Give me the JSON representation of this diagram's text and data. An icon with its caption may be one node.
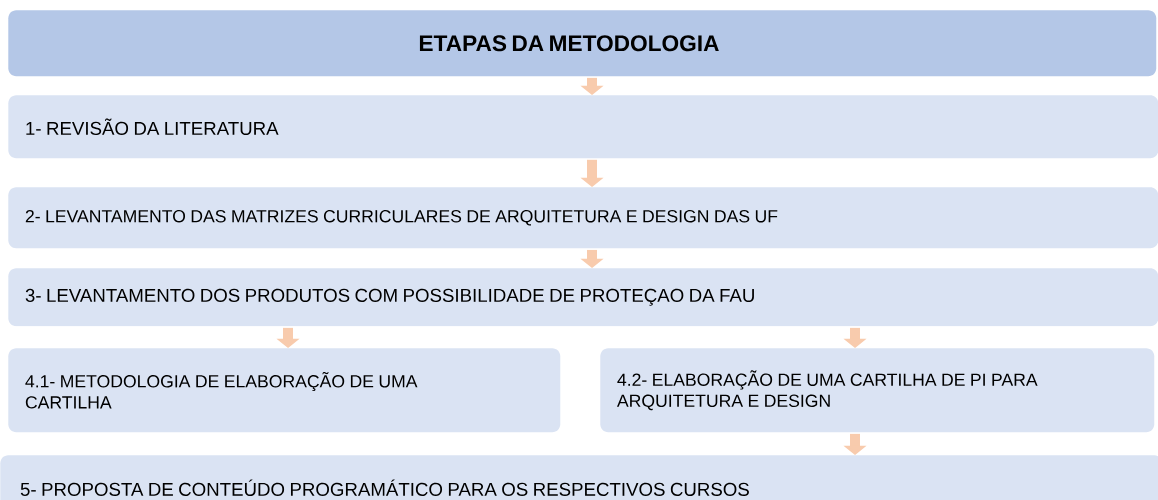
{
  "diagram": {
    "nodes": [
      {
        "text": [
          "ETAPAS DA METODOLOGIA"
        ]
      },
      {
        "text": [
          "1- REVISÃO DA LITERATURA"
        ]
      },
      {
        "text": [
          "2- LEVANTAMENTO DAS MATRIZES CURRICULARES DE ARQUITETURA E DESIGN DAS UF"
        ]
      },
      {
        "text": [
          "3- LEVANTAMENTO DOS PRODUTOS COM POSSIBILIDADE DE PROTEÇAO DA FAU"
        ]
      },
      {
        "text": [
          "4.1- METODOLOGIA DE ELABORAÇÃO DE UMA CARTILHA"
        ]
      },
      {
        "text": [
          "4.2- ELABORAÇÃO DE UMA CARTILHA DE PI PARA ARQUITETURA E DESIGN"
        ]
      },
      {
        "text": [
          "5- PROPOSTA DE CONTEÚDO PROGRAMÁTICO PARA OS RESPECTIVOS CURSOS"
        ]
      }
    ],
    "edges": [
      {
        "from": 0,
        "to": 1,
        "arrow": "to"
      },
      {
        "from": 1,
        "to": 2,
        "arrow": "to"
      },
      {
        "from": 2,
        "to": 3,
        "arrow": "to"
      },
      {
        "from": 3,
        "to": 4,
        "arrow": "to"
      },
      {
        "from": 3,
        "to": 5,
        "arrow": "to"
      },
      {
        "from": 5,
        "to": 6,
        "arrow": "to"
      }
    ]
  }
}
